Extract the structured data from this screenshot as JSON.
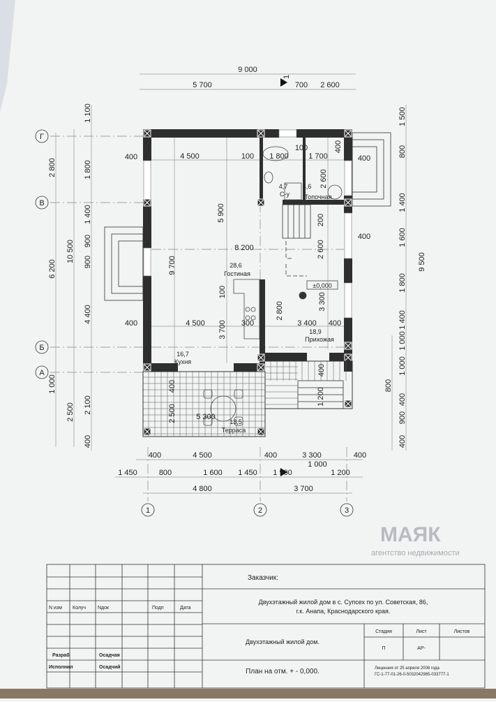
{
  "drawing": {
    "dim_top": {
      "overall": "9 000",
      "segments": [
        "5 700",
        "700",
        "2 600"
      ]
    },
    "dim_left": {
      "outer": [
        "2 800",
        "6 200",
        "1 000"
      ],
      "middle": [
        "10 500",
        "2 500"
      ],
      "inner": [
        "1 100",
        "1 800",
        "1 400",
        "900",
        "900",
        "4 400",
        "2 100",
        "400"
      ]
    },
    "dim_right": {
      "outer": [
        "1 500",
        "800",
        "1 400",
        "1 600",
        "1 800",
        "1 400",
        "1 000",
        "1 000",
        "400",
        "900",
        "400"
      ],
      "inner": [
        "800"
      ],
      "overall": "9 500"
    },
    "dim_bottom": {
      "row1": [
        "400",
        "4 500",
        "400",
        "3 300",
        "400"
      ],
      "row2": [
        "1 450",
        "800",
        "1 600",
        "1 450",
        "1 500",
        "1 000",
        "1 200"
      ],
      "row3": [
        "4 800",
        "3 700"
      ]
    },
    "interior_dims": [
      "400",
      "4 500",
      "100",
      "1 800",
      "100",
      "1 700",
      "400",
      "2 600",
      "5 900",
      "9 700",
      "8 200",
      "200",
      "2 600",
      "400",
      "400",
      "100",
      "2 800",
      "3 300",
      "4 500",
      "3 700",
      "300",
      "3 400",
      "400",
      "400",
      "400",
      "1 200",
      "400",
      "2 500",
      "5 300"
    ],
    "axes_rows": [
      "Г",
      "В",
      "Б",
      "А"
    ],
    "axes_cols": [
      "1",
      "2",
      "3"
    ],
    "section_mark": "1",
    "level_mark": "±0,000",
    "rooms": [
      {
        "area": "4,7",
        "name": "С-у"
      },
      {
        "area": "4,6",
        "name": "Топочная"
      },
      {
        "area": "28,6",
        "name": "Гостиная"
      },
      {
        "area": "16,7",
        "name": "Кухня"
      },
      {
        "area": "18,9",
        "name": "Прихожая"
      },
      {
        "area": "13,5",
        "name": "Терраса"
      }
    ],
    "watermark": {
      "brand": "МАЯК",
      "tagline": "агентство недвижимости"
    }
  },
  "title_block": {
    "headers": [
      "N изм",
      "Колуч",
      "Nдок",
      "Подп",
      "Дата"
    ],
    "staff": [
      {
        "role": "Разраб",
        "name": "Осадчая"
      },
      {
        "role": "Исполнил",
        "name": "Осадчий"
      }
    ],
    "customer_label": "Заказчик:",
    "project_line1": "Двухэтажный жилой дом в с. Супсех по ул. Советская, 86,",
    "project_line2": "г.к. Анапа, Краснодарского края.",
    "object_name": "Двухэтажный жилой дом.",
    "sheet_name": "План на отм. + - 0,000.",
    "stage_header": "Стадия",
    "sheet_header": "Лист",
    "sheets_header": "Листов",
    "stage_value": "П",
    "sheet_value": "АР-",
    "license_line1": "Лицензия от 25 апреля 2008 года",
    "license_line2": "ГС-1-77-01-26-0-5032042965-033777-1"
  }
}
